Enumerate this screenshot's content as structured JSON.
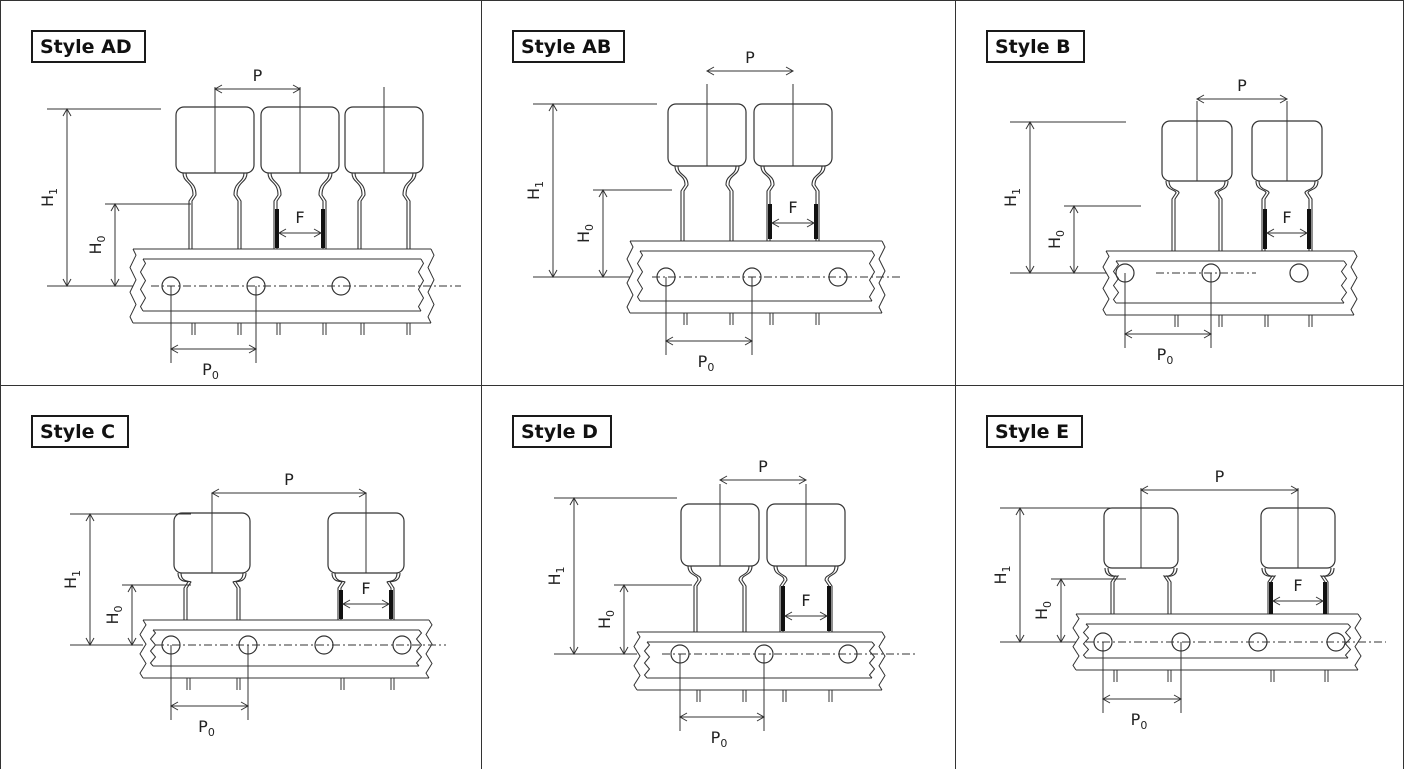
{
  "panels": [
    {
      "id": "AD",
      "label": "Style AD"
    },
    {
      "id": "AB",
      "label": "Style AB"
    },
    {
      "id": "B",
      "label": "Style B"
    },
    {
      "id": "C",
      "label": "Style C"
    },
    {
      "id": "D",
      "label": "Style D"
    },
    {
      "id": "E",
      "label": "Style E"
    }
  ],
  "dimension_labels": {
    "P": "P",
    "F": "F",
    "H": "H",
    "P0_sub": "0",
    "H1_sub": "1",
    "H0_sub": "0"
  },
  "colors": {
    "line": "#333333",
    "lead_marker": "#111111",
    "capacitor_fill": "#ffffff"
  }
}
